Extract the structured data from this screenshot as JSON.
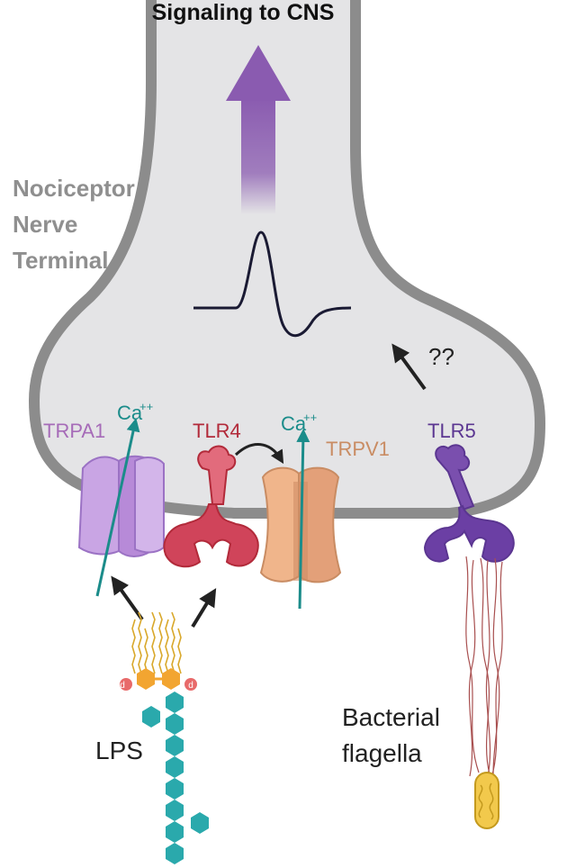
{
  "title": "Signaling to CNS",
  "terminal_label": [
    "Nociceptor",
    "Nerve",
    "Terminal"
  ],
  "unknown_marker": "??",
  "channels": {
    "trpa1": {
      "label": "TRPA1",
      "ion": "Ca",
      "ion_sup": "++",
      "color": "#a66bb8"
    },
    "tlr4": {
      "label": "TLR4",
      "color": "#b22a3a"
    },
    "trpv1": {
      "label": "TRPV1",
      "ion": "Ca",
      "ion_sup": "++",
      "color": "#c98c63"
    },
    "tlr5": {
      "label": "TLR5",
      "color": "#5b3691"
    }
  },
  "lps": {
    "label": "LPS",
    "phosphate": "d"
  },
  "bacteria": {
    "label_lines": [
      "Bacterial",
      "flagella"
    ]
  },
  "colors": {
    "membrane": "#8c8c8c",
    "cytoplasm": "#e4e4e6",
    "arrow_up": "#8a5bb0",
    "ca_arrow": "#1b8c8a",
    "title": "#111111",
    "terminal_label": "#8f8f8f",
    "lps_sugar": "#2aa9ac",
    "lps_lipid": "#d9a82b",
    "lps_head": "#f2a531"
  }
}
